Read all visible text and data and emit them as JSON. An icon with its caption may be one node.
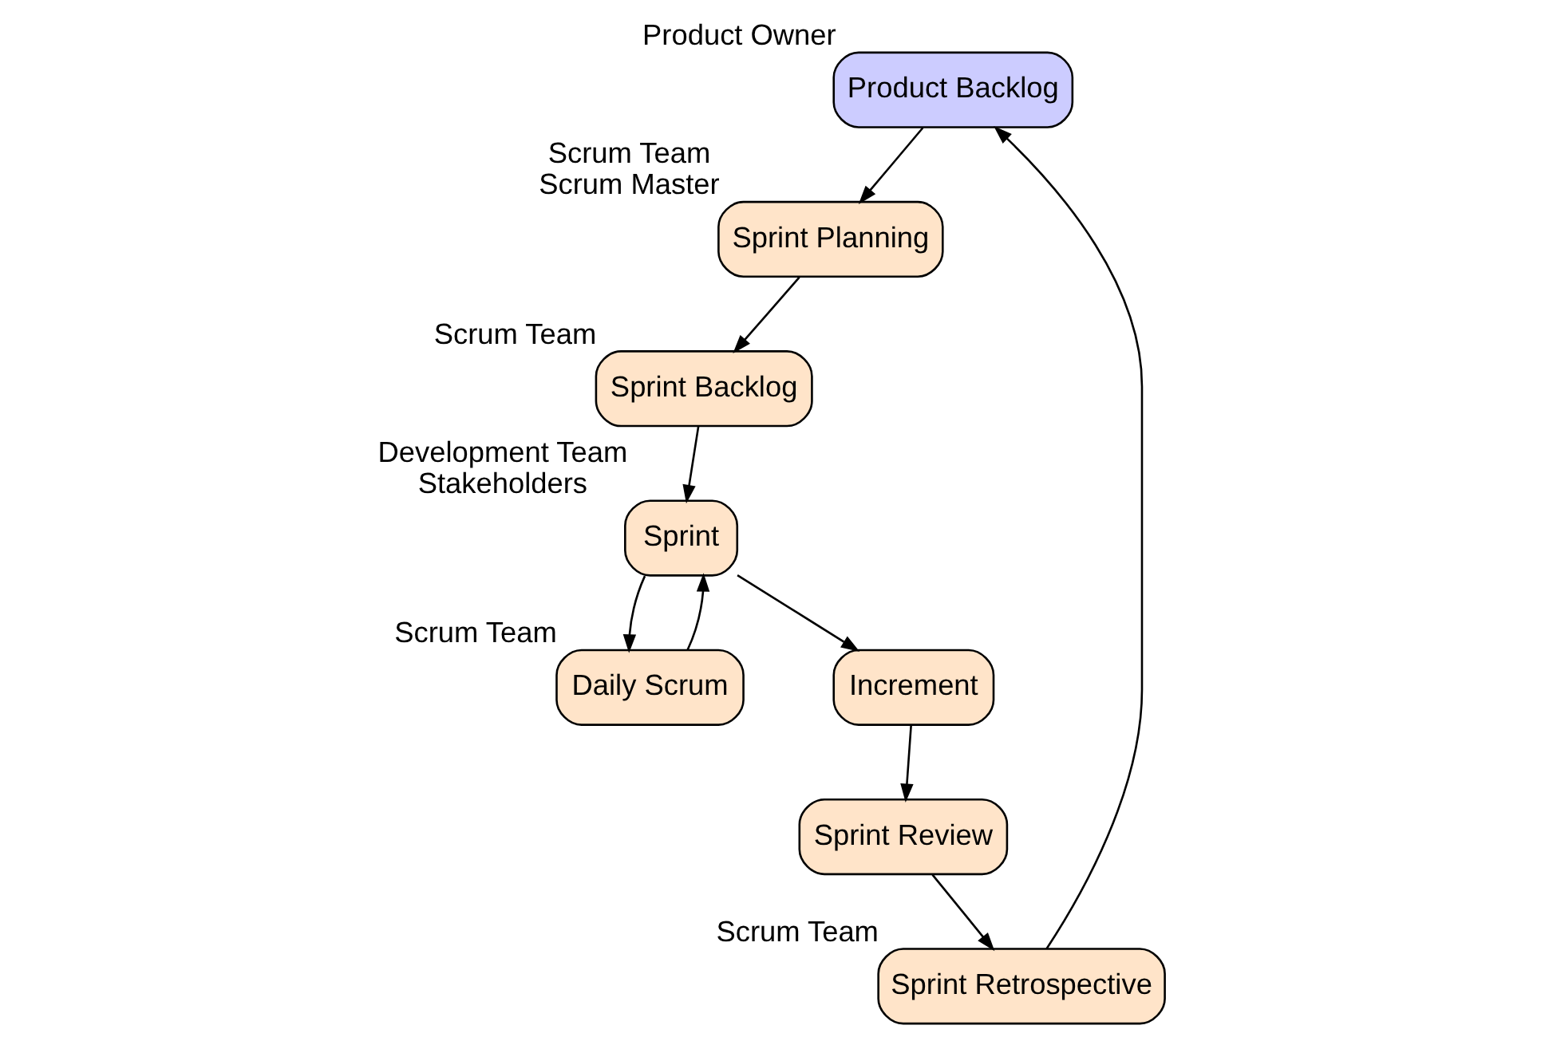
{
  "diagram": {
    "nodes": [
      {
        "text": [
          "Product Backlog"
        ],
        "beside": [
          "Product Owner"
        ]
      },
      {
        "text": [
          "Sprint Planning"
        ],
        "beside": [
          "Scrum Team",
          "Scrum Master"
        ]
      },
      {
        "text": [
          "Sprint Backlog"
        ],
        "beside": [
          "Scrum Team"
        ]
      },
      {
        "text": [
          "Sprint"
        ],
        "beside": [
          "Development Team",
          "Stakeholders"
        ]
      },
      {
        "text": [
          "Daily Scrum"
        ],
        "beside": [
          "Scrum Team"
        ]
      },
      {
        "text": [
          "Increment"
        ]
      },
      {
        "text": [
          "Sprint Review"
        ]
      },
      {
        "text": [
          "Sprint Retrospective"
        ],
        "beside": [
          "Scrum Team"
        ]
      }
    ],
    "edges": [
      {
        "from": 0,
        "to": 1,
        "arrow": "to"
      },
      {
        "from": 1,
        "to": 2,
        "arrow": "to"
      },
      {
        "from": 2,
        "to": 3,
        "arrow": "to"
      },
      {
        "from": 3,
        "to": 4,
        "arrow": "to"
      },
      {
        "from": 4,
        "to": 3,
        "arrow": "to"
      },
      {
        "from": 3,
        "to": 5,
        "arrow": "to"
      },
      {
        "from": 5,
        "to": 6,
        "arrow": "to"
      },
      {
        "from": 6,
        "to": 7,
        "arrow": "to"
      },
      {
        "from": 7,
        "to": 0,
        "arrow": "to"
      }
    ]
  }
}
